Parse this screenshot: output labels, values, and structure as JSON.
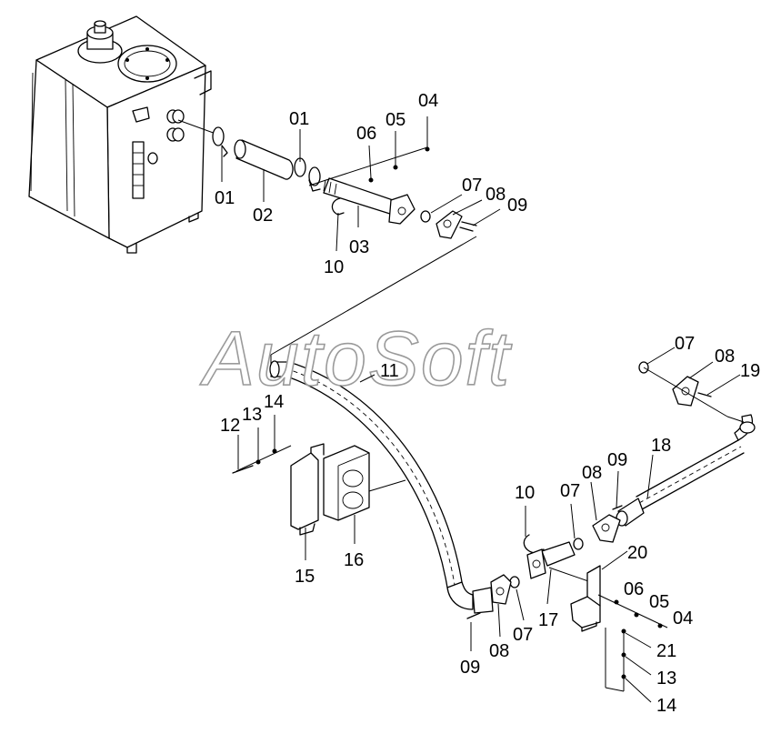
{
  "watermark": "AutoSoft",
  "callouts": {
    "c01a": "01",
    "c01b": "01",
    "c02": "02",
    "c03": "03",
    "c04a": "04",
    "c05a": "05",
    "c06a": "06",
    "c07a": "07",
    "c08a": "08",
    "c09a": "09",
    "c10a": "10",
    "c11": "11",
    "c12": "12",
    "c13a": "13",
    "c14a": "14",
    "c15": "15",
    "c16": "16",
    "c10b": "10",
    "c07b": "07",
    "c08b": "08",
    "c09b": "09",
    "c18": "18",
    "c07c": "07",
    "c08c": "08",
    "c19": "19",
    "c20": "20",
    "c06b": "06",
    "c05b": "05",
    "c04b": "04",
    "c09c": "09",
    "c08d": "08",
    "c07d": "07",
    "c17": "17",
    "c21": "21",
    "c13b": "13",
    "c14b": "14"
  }
}
